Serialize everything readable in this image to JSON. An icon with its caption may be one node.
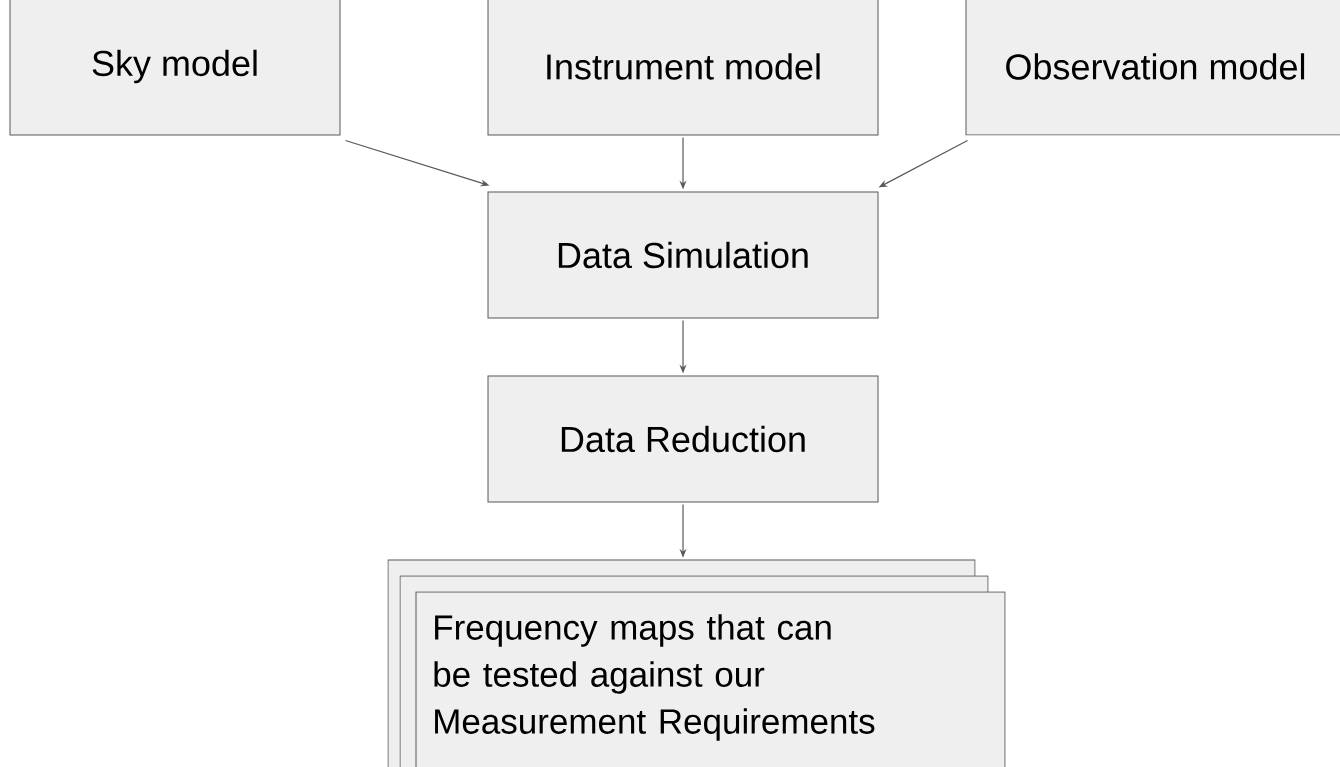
{
  "diagram": {
    "nodes": [
      {
        "text": [
          "Sky model"
        ]
      },
      {
        "text": [
          "Instrument model"
        ]
      },
      {
        "text": [
          "Observation model"
        ]
      },
      {
        "text": [
          "Data Simulation"
        ]
      },
      {
        "text": [
          "Data Reduction"
        ]
      },
      {
        "text": [
          "Frequency maps that can be tested against our Measurement Requirements"
        ]
      }
    ],
    "edges": [
      {
        "from": 0,
        "to": 3,
        "arrow": "to"
      },
      {
        "from": 1,
        "to": 3,
        "arrow": "to"
      },
      {
        "from": 2,
        "to": 3,
        "arrow": "to"
      },
      {
        "from": 3,
        "to": 4,
        "arrow": "to"
      },
      {
        "from": 4,
        "to": 5,
        "arrow": "to"
      }
    ]
  }
}
